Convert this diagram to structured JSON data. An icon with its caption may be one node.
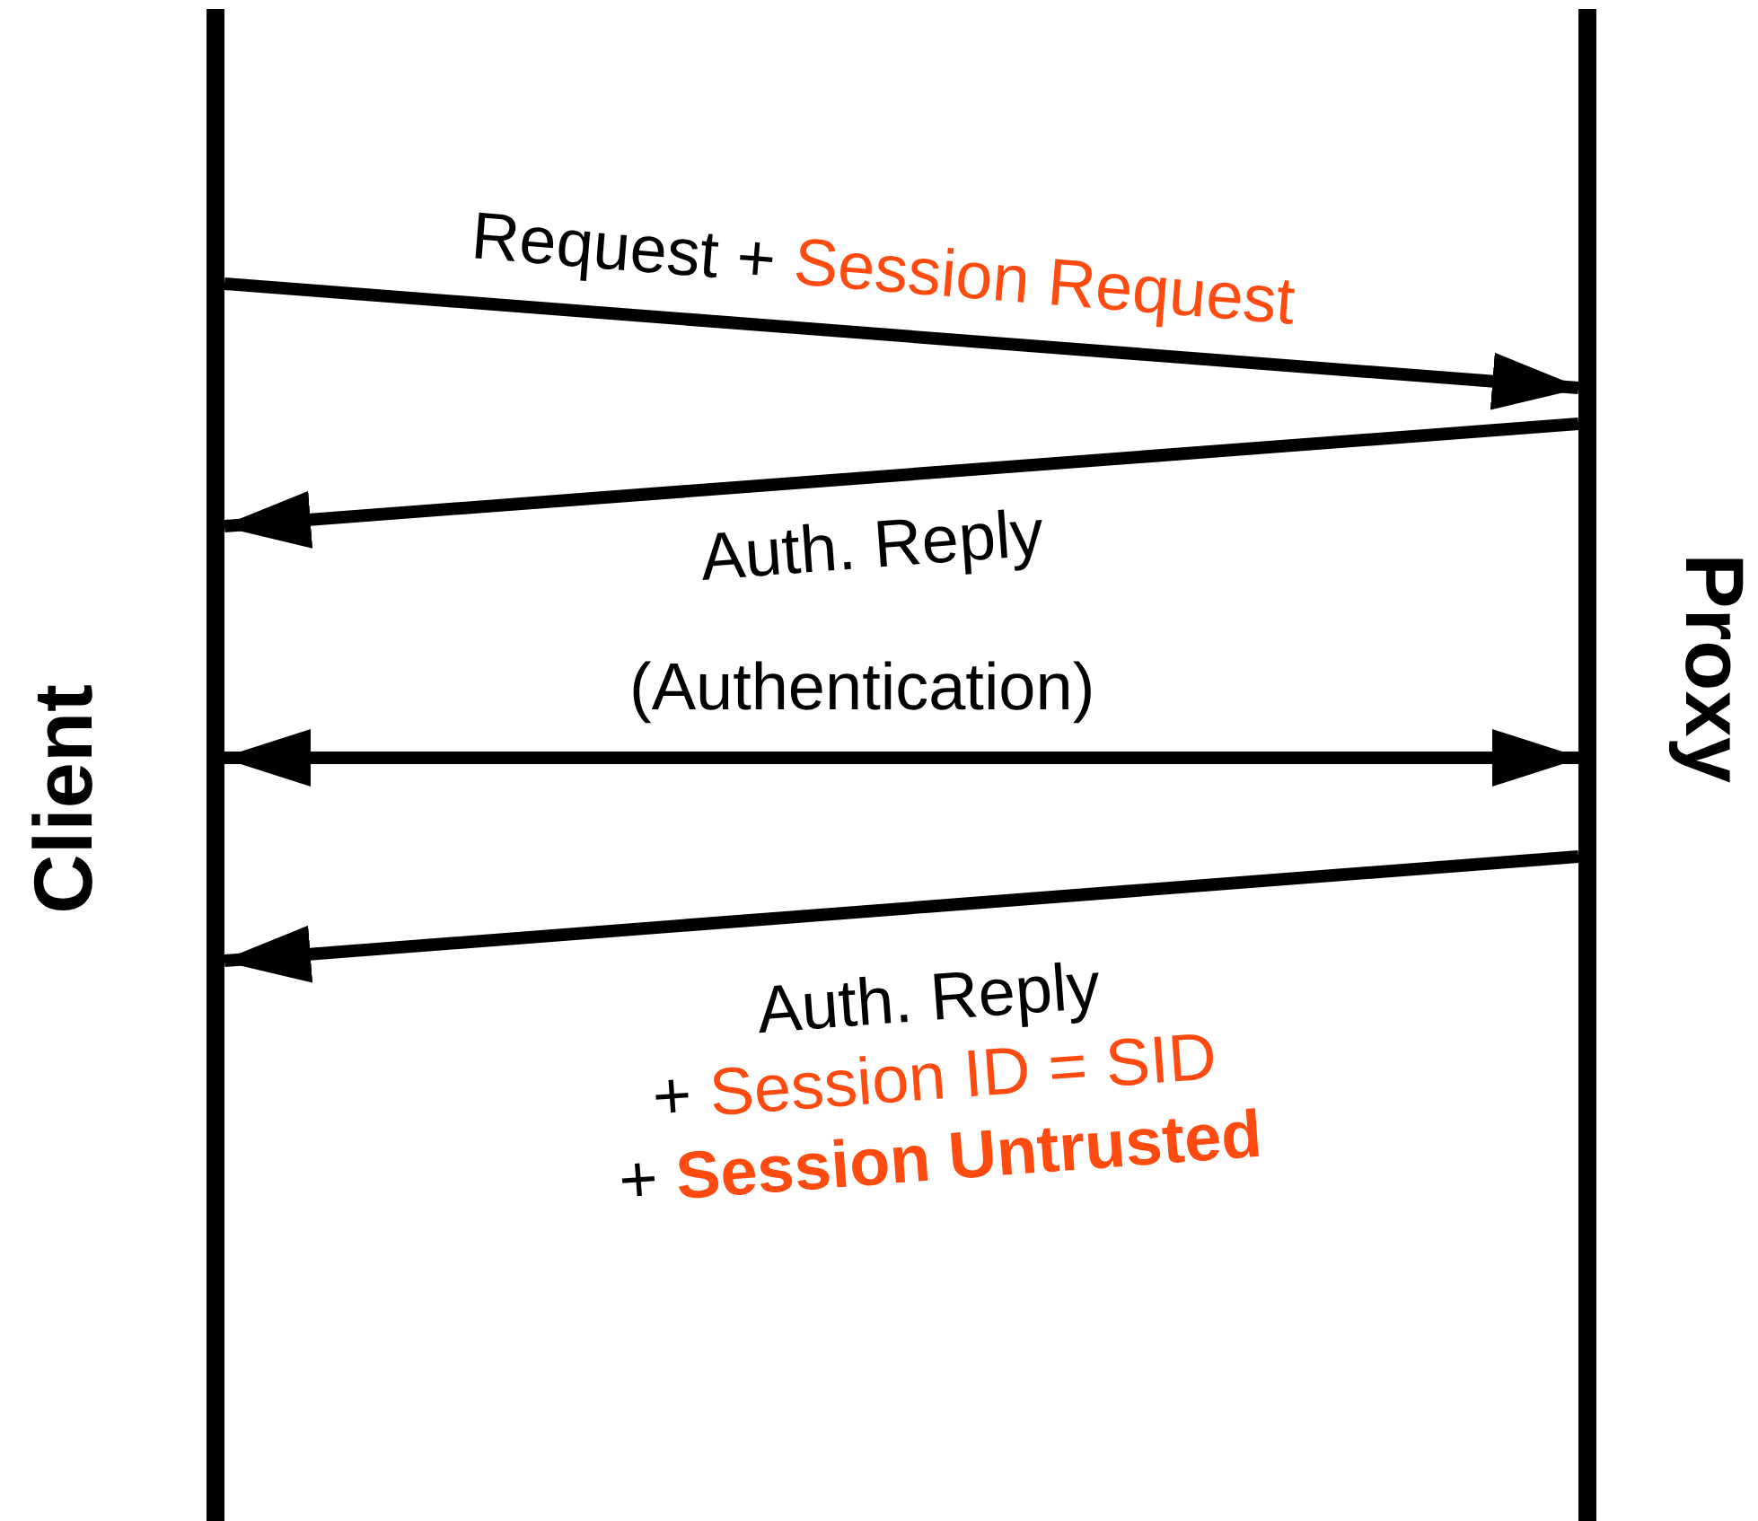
{
  "diagram": {
    "nodes": [
      {
        "text": [
          "Client"
        ]
      },
      {
        "text": [
          "Proxy"
        ]
      }
    ],
    "edges": [
      {
        "from": 0,
        "to": 1,
        "arrow": "to",
        "label": "Request + Session Request"
      },
      {
        "from": 1,
        "to": 0,
        "arrow": "to",
        "label": "Auth. Reply"
      },
      {
        "from": 0,
        "to": 1,
        "arrow": "both",
        "label": "(Authentication)"
      },
      {
        "from": 1,
        "to": 0,
        "arrow": "to",
        "label": "Auth. Reply + Session ID = SID + **Session Untrusted**"
      }
    ]
  }
}
